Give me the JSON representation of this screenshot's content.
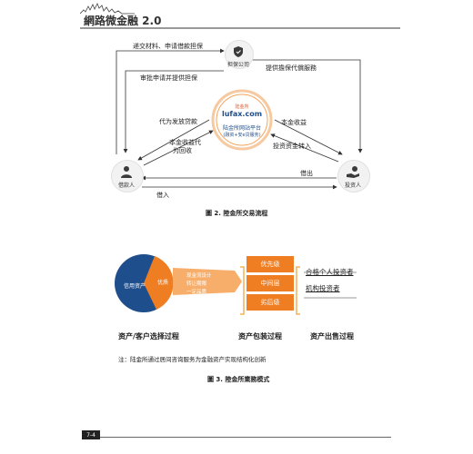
{
  "header": {
    "title": "網路微金融 2.0"
  },
  "figure2": {
    "caption": "圖 2. 陸金所交易流程",
    "nodes": {
      "guarantor": "担保公司",
      "borrower": "借款人",
      "investor": "投资人",
      "platform_logo_top": "陆金所",
      "platform_logo": "lufax.com",
      "platform_name": "陆金所网站平台",
      "platform_sub": "(融资+安e贷服务)"
    },
    "edges": {
      "submit": "递交材料、申请借款担保",
      "approve": "审批申请并提供担保",
      "guarantee_service": "提供擔保代償服務",
      "issue_loan": "代为发放贷款",
      "repay_1": "本金收益代",
      "repay_2": "为回收",
      "invest_in": "投资资金转入",
      "principal_return": "本金收益",
      "lend": "借出",
      "borrow": "借入"
    }
  },
  "figure3": {
    "caption": "圖 3. 陸金所業務模式",
    "pie": {
      "left_label": "信用资产",
      "right_label": "优质"
    },
    "bullets": [
      "现金流设计",
      "转让期限",
      "一定品质"
    ],
    "tiers": [
      "优先级",
      "中间层",
      "劣后级"
    ],
    "investor_1": "合格个人投资者",
    "investor_2": "机构投资者",
    "step_1": "资产/客户选择过程",
    "step_2": "资产包装过程",
    "step_3": "资产出售过程"
  },
  "note": "注：陆金所通过居间咨询服务为金融资产实现结构化创新",
  "footer": {
    "page": "7-4"
  },
  "colors": {
    "accent": "#ef7d22",
    "navy": "#1f4e8c",
    "arrow": "#333333",
    "bracket": "#f5b05a"
  },
  "icons": [
    "shield-icon",
    "person-icon",
    "hand-coin-icon",
    "skyline-decoration"
  ]
}
